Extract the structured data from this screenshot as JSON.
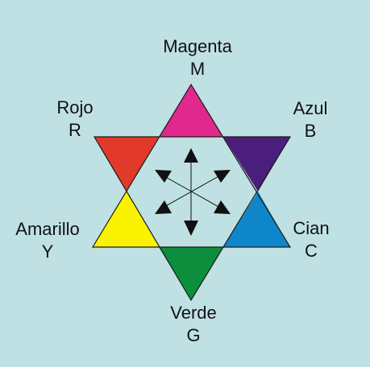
{
  "colors": {
    "background": "#bfe1e3",
    "magenta": "#e0288d",
    "rojo": "#e13a2a",
    "azul": "#4b1e7c",
    "amarillo": "#fbf200",
    "cian": "#0f86c9",
    "verde": "#0c8e3d",
    "outline": "#1a1a1a",
    "arrow": "#111111"
  },
  "labels": {
    "magenta": {
      "name": "Magenta",
      "code": "M"
    },
    "rojo": {
      "name": "Rojo",
      "code": "R"
    },
    "azul": {
      "name": "Azul",
      "code": "B"
    },
    "amarillo": {
      "name": "Amarillo",
      "code": "Y"
    },
    "cian": {
      "name": "Cian",
      "code": "C"
    },
    "verde": {
      "name": "Verde",
      "code": "G"
    }
  }
}
